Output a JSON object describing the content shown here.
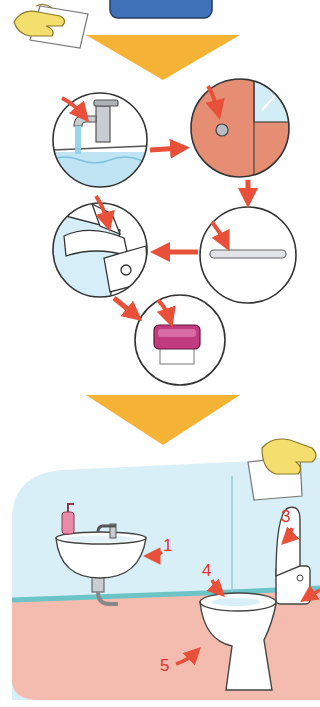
{
  "diagram": {
    "labels": [
      "1",
      "3",
      "4",
      "5"
    ]
  }
}
